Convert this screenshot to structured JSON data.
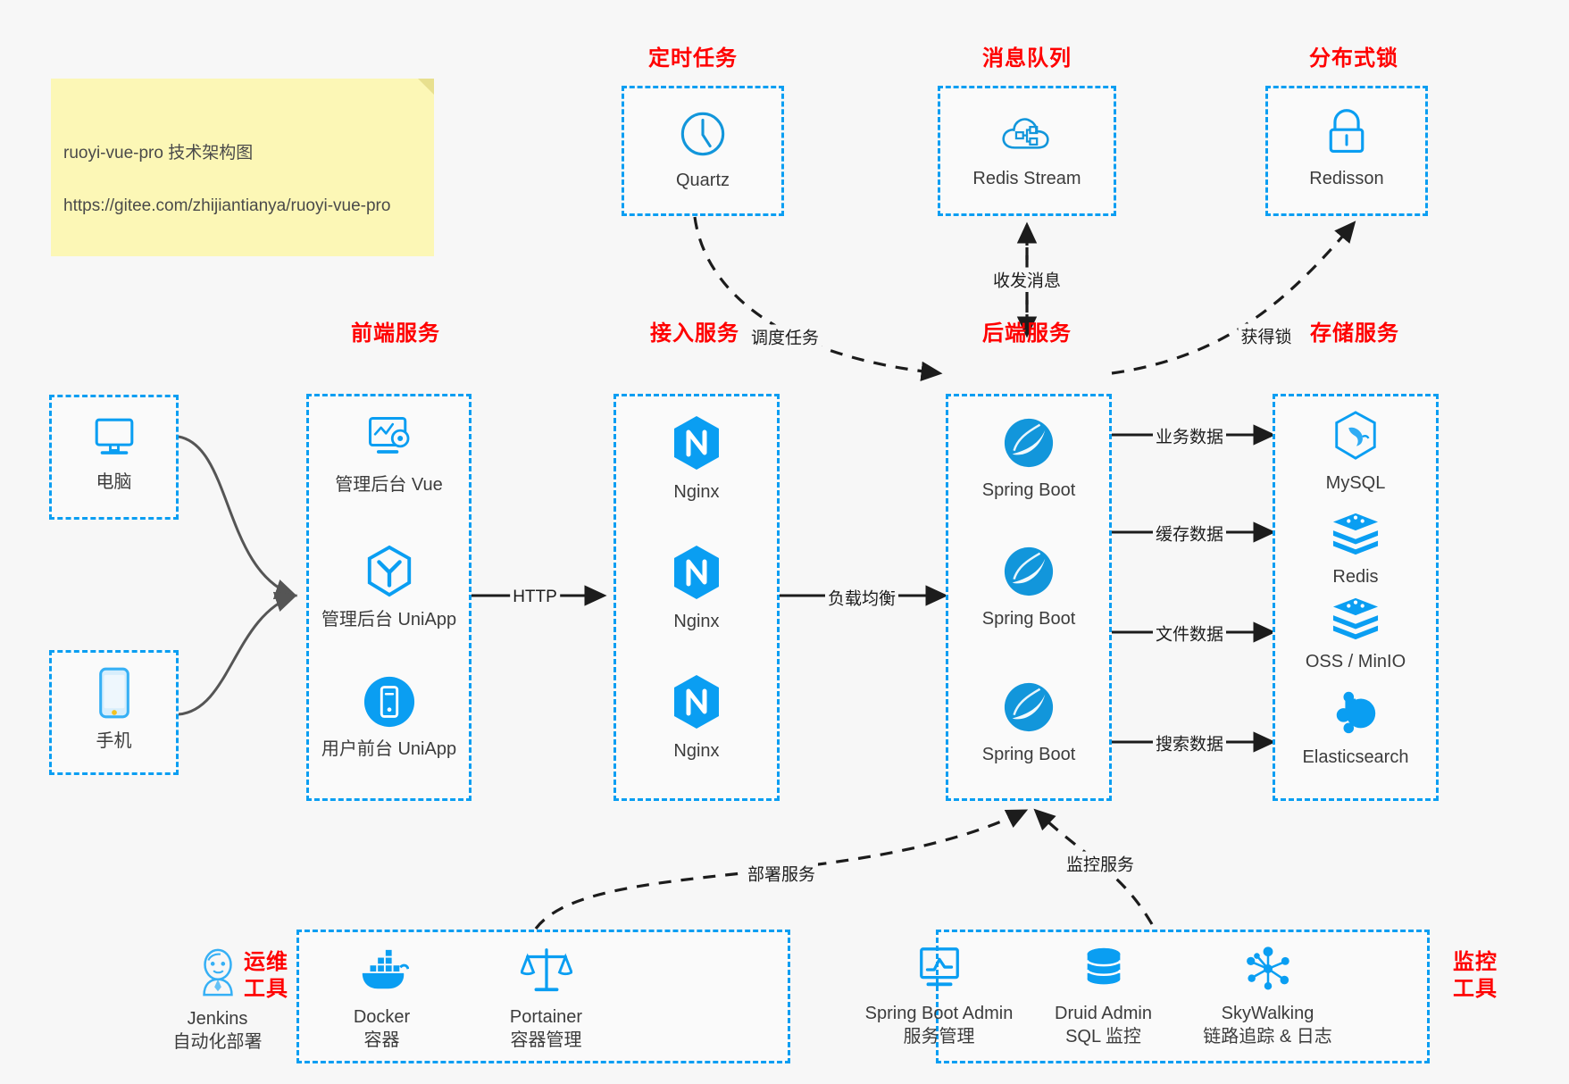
{
  "note": {
    "name": "architecture-note",
    "line1": "ruoyi-vue-pro 技术架构图",
    "line2": "https://gitee.com/zhijiantianya/ruoyi-vue-pro"
  },
  "colors": {
    "accent_blue": "#0a9ef2",
    "icon_blue": "#1296db",
    "group_title_red": "#ff0000",
    "background": "#f7f7f7",
    "note_yellow": "#fcf7b6",
    "edge_black": "#1c1c1c",
    "edge_gray": "#555555"
  },
  "groups": {
    "scheduled_task": {
      "title": "定时任务",
      "nodes": [
        {
          "label": "Quartz",
          "icon": "clock-icon"
        }
      ]
    },
    "message_queue": {
      "title": "消息队列",
      "nodes": [
        {
          "label": "Redis Stream",
          "icon": "cloud-stream-icon"
        }
      ]
    },
    "distributed_lock": {
      "title": "分布式锁",
      "nodes": [
        {
          "label": "Redisson",
          "icon": "lock-icon"
        }
      ]
    },
    "clients": {
      "nodes": [
        {
          "label": "电脑",
          "icon": "desktop-computer-icon"
        },
        {
          "label": "手机",
          "icon": "mobile-phone-icon"
        }
      ]
    },
    "frontend": {
      "title": "前端服务",
      "nodes": [
        {
          "label": "管理后台 Vue",
          "icon": "dashboard-settings-icon"
        },
        {
          "label": "管理后台 UniApp",
          "icon": "uniapp-hexagon-icon"
        },
        {
          "label": "用户前台 UniApp",
          "icon": "mobile-circle-icon"
        }
      ]
    },
    "gateway": {
      "title": "接入服务",
      "nodes": [
        {
          "label": "Nginx",
          "icon": "nginx-icon"
        },
        {
          "label": "Nginx",
          "icon": "nginx-icon"
        },
        {
          "label": "Nginx",
          "icon": "nginx-icon"
        }
      ]
    },
    "backend": {
      "title": "后端服务",
      "nodes": [
        {
          "label": "Spring Boot",
          "icon": "spring-boot-icon"
        },
        {
          "label": "Spring Boot",
          "icon": "spring-boot-icon"
        },
        {
          "label": "Spring Boot",
          "icon": "spring-boot-icon"
        }
      ]
    },
    "storage": {
      "title": "存储服务",
      "nodes": [
        {
          "label": "MySQL",
          "icon": "mysql-dolphin-icon"
        },
        {
          "label": "Redis",
          "icon": "redis-stack-icon"
        },
        {
          "label": "OSS / MinIO",
          "icon": "redis-stack-icon"
        },
        {
          "label": "Elasticsearch",
          "icon": "elasticsearch-icon"
        }
      ]
    },
    "devops": {
      "title_line1": "运维",
      "title_line2": "工具",
      "nodes": [
        {
          "label": "Jenkins",
          "sublabel": "自动化部署",
          "icon": "jenkins-butler-icon"
        },
        {
          "label": "Docker",
          "sublabel": "容器",
          "icon": "docker-whale-icon"
        },
        {
          "label": "Portainer",
          "sublabel": "容器管理",
          "icon": "portainer-scale-icon"
        }
      ]
    },
    "monitoring": {
      "title_line1": "监控",
      "title_line2": "工具",
      "nodes": [
        {
          "label": "Spring Boot Admin",
          "sublabel": "服务管理",
          "icon": "monitor-chart-icon"
        },
        {
          "label": "Druid Admin",
          "sublabel": "SQL 监控",
          "icon": "database-cylinder-icon"
        },
        {
          "label": "SkyWalking",
          "sublabel": "链路追踪 & 日志",
          "icon": "skywalking-node-icon"
        }
      ]
    }
  },
  "edges": [
    {
      "id": "schedule-task",
      "label": "调度任务",
      "style": "dashed"
    },
    {
      "id": "send-recv-msg",
      "label": "收发消息",
      "style": "dashed"
    },
    {
      "id": "acquire-lock",
      "label": "获得锁",
      "style": "dashed"
    },
    {
      "id": "http",
      "label": "HTTP",
      "style": "solid"
    },
    {
      "id": "load-balance",
      "label": "负载均衡",
      "style": "solid"
    },
    {
      "id": "business-data",
      "label": "业务数据",
      "style": "solid"
    },
    {
      "id": "cache-data",
      "label": "缓存数据",
      "style": "solid"
    },
    {
      "id": "file-data",
      "label": "文件数据",
      "style": "solid"
    },
    {
      "id": "search-data",
      "label": "搜索数据",
      "style": "solid"
    },
    {
      "id": "deploy-service",
      "label": "部署服务",
      "style": "dashed"
    },
    {
      "id": "monitor-service",
      "label": "监控服务",
      "style": "dashed"
    }
  ]
}
